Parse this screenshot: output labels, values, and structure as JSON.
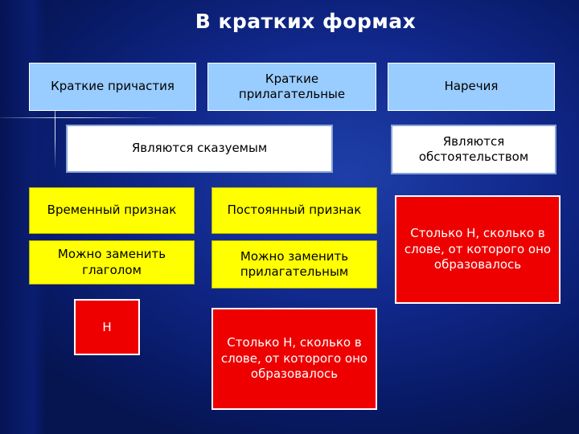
{
  "title": "В кратких формах",
  "participles": {
    "header": "Краткие причастия",
    "tense_feature": "Временный признак",
    "replace": "Можно заменить глаголом",
    "n_rule": "Н"
  },
  "adjectives": {
    "header": "Краткие прилагательные",
    "permanent_feature": "Постоянный признак",
    "replace": "Можно заменить прилагательным",
    "n_rule": "Столько Н, сколько в слове, от которого оно образовалось"
  },
  "shared": {
    "predicate": "Являются сказуемым"
  },
  "adverbs": {
    "header": "Наречия",
    "role": "Являются обстоятельством",
    "n_rule": "Столько Н, сколько в слове, от которого оно образовалось"
  },
  "colors": {
    "background": "#11288c",
    "header_box": "#99ccff",
    "feature_box": "#ffff00",
    "rule_box": "#ee0000",
    "predicate_box": "#ffffff"
  }
}
